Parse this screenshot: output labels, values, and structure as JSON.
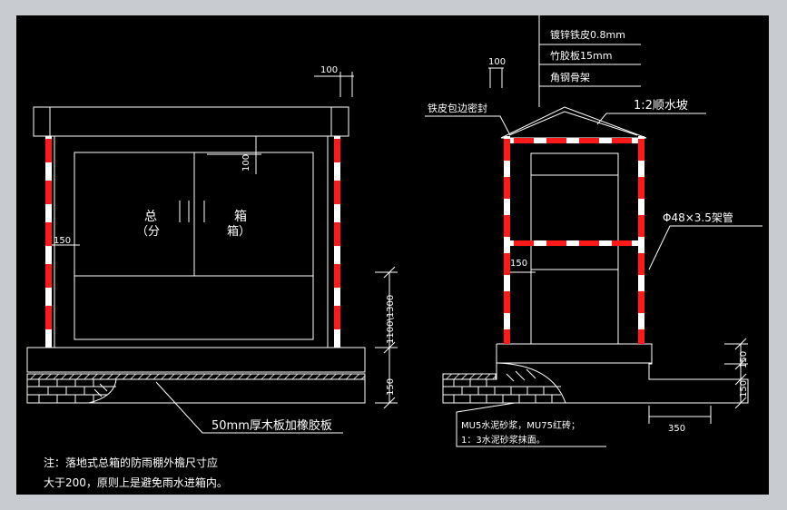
{
  "labels": {
    "dim_100_left_top": "100",
    "dim_100_left_vert": "100",
    "dim_150_left": "150",
    "dim_1100_1300": "1100\\1300",
    "dim_150_base_left": "150",
    "box_zong": "总",
    "box_fen": "（分",
    "box_xiang1": "箱",
    "box_xiang2": "箱）",
    "dim_100_right_top": "100",
    "dim_150_right": "150",
    "dim_150_right_a": "150",
    "dim_150_right_b": "150",
    "dim_350": "350",
    "galvanized": "镀锌铁皮0.8mm",
    "bamboo": "竹胶板15mm",
    "angle_steel": "角钢骨架",
    "slope": "1:2顺水坡",
    "edge_seal": "铁皮包边密封",
    "pipe": "Φ48×3.5架管",
    "wood_board": "50mm厚木板加橡胶板",
    "mortar_line1": "MU5水泥砂浆，MU75红砖；",
    "mortar_line2": "1：3水泥砂浆抹面。",
    "note_line1": "注：落地式总箱的防雨棚外檐尺寸应",
    "note_line2": "大于200，原则上是避免雨水进箱内。"
  },
  "colors": {
    "background": "#000000",
    "line": "#ffffff",
    "pipe_red": "#ff1a1a",
    "frame": "#c8cbd0"
  }
}
